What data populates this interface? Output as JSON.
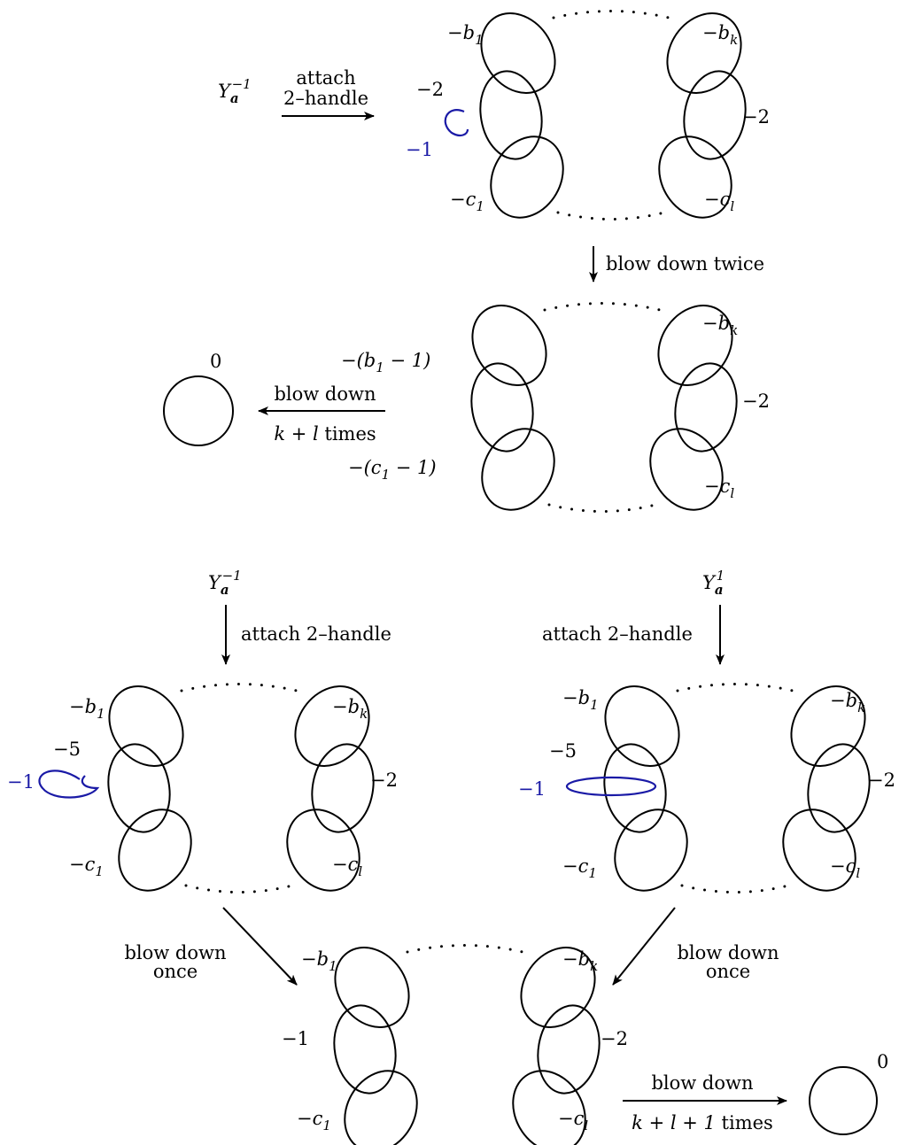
{
  "labels": {
    "minus_two": "−2",
    "minus_one": "−1",
    "minus_five": "−5",
    "zero": "0",
    "b1_open": "−(b",
    "b1_close": " − 1)",
    "c1_open": "−(c",
    "c1_close": " − 1)",
    "minus": "−",
    "b": "b",
    "c": "c",
    "sub_1": "1",
    "sub_k": "k",
    "sub_l": "l",
    "Y": "Y",
    "a": "a",
    "sup_m1": "−1",
    "sup_1": "1"
  },
  "arrows": {
    "top_attach_line1": "attach",
    "top_attach_line2": "2–handle",
    "blow_down_twice": "blow down twice",
    "blow_down_kl_line1": "blow down",
    "blow_down_kl_line2a": "k + l",
    "blow_down_kl_line2b": " times",
    "attach_left": "attach 2–handle",
    "attach_right": "attach 2–handle",
    "blow_down_once_left_1": "blow down",
    "blow_down_once_left_2": "once",
    "blow_down_once_right_1": "blow down",
    "blow_down_once_right_2": "once",
    "blow_down_kl1_line1": "blow down",
    "blow_down_kl1_line2a": "k + l + 1",
    "blow_down_kl1_line2b": " times"
  },
  "colors": {
    "framing_blue": "#1a1aa6",
    "ink": "#000000"
  }
}
